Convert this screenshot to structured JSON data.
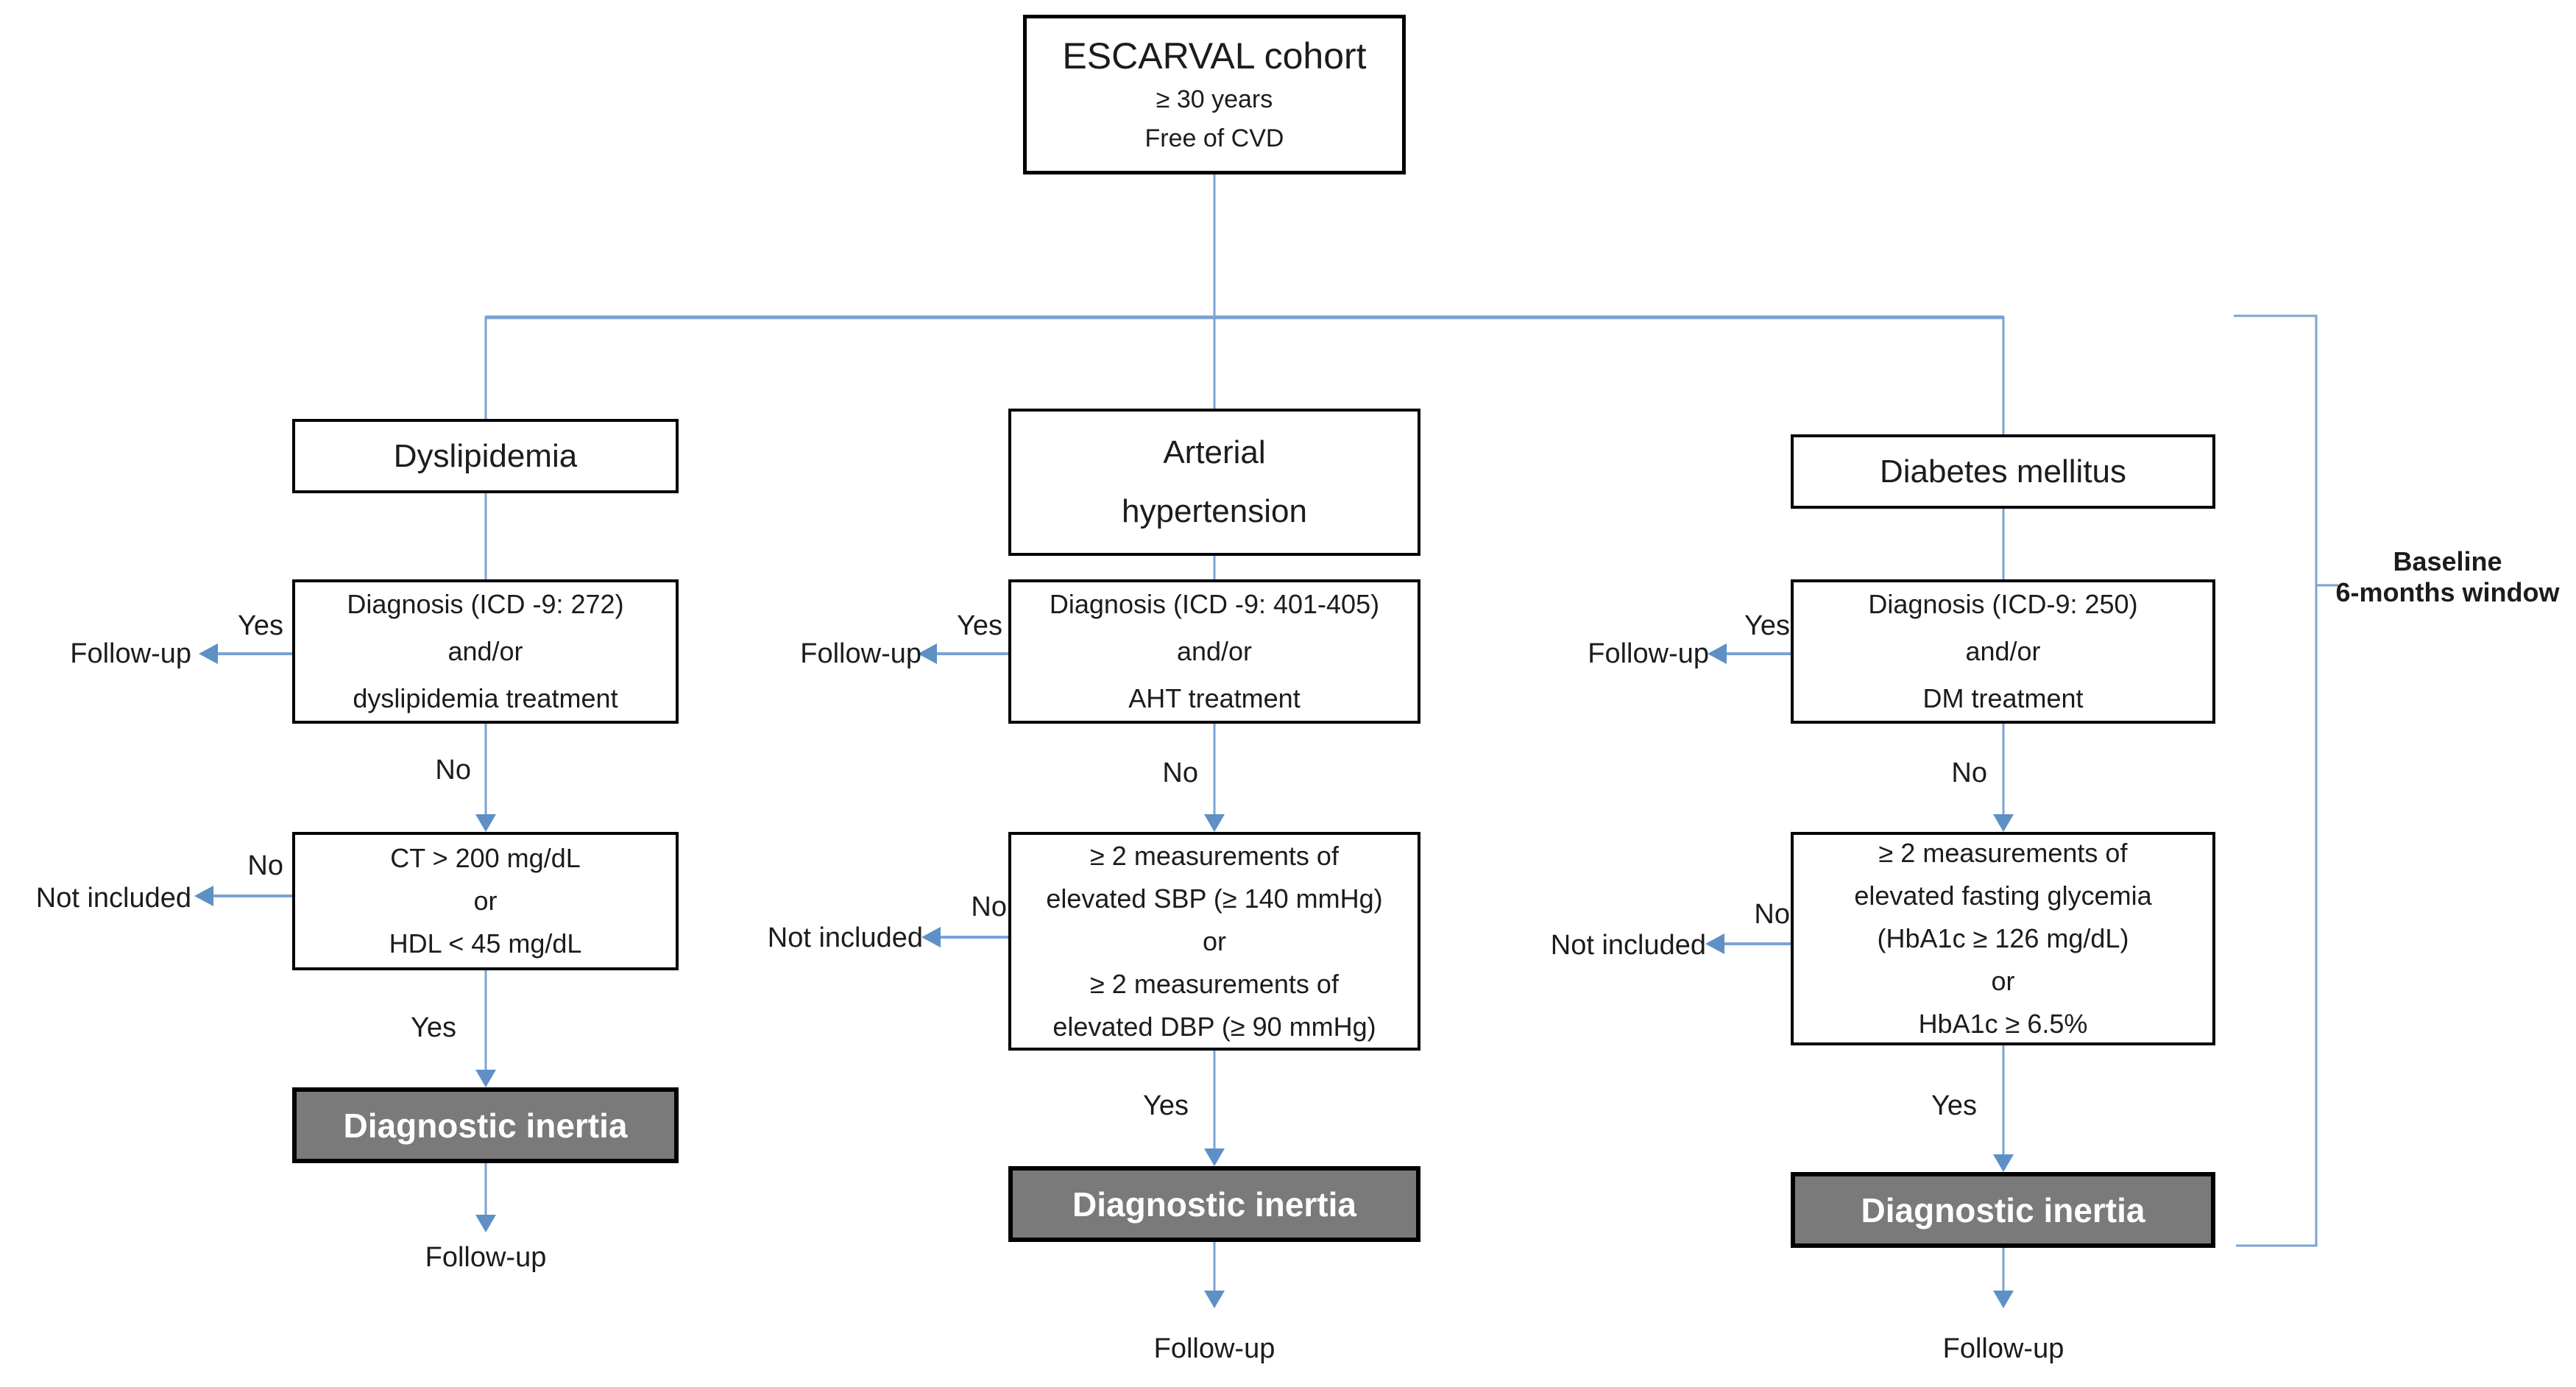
{
  "root": {
    "title": "ESCARVAL cohort",
    "lines": [
      "≥ 30 years",
      "Free of CVD"
    ]
  },
  "labels": {
    "yes": "Yes",
    "no": "No",
    "follow_up": "Follow-up",
    "not_included": "Not included",
    "diagnostic_inertia": "Diagnostic inertia"
  },
  "columns": [
    {
      "header_lines": [
        "Dyslipidemia"
      ],
      "diagnosis_lines": [
        "Diagnosis (ICD -9: 272)",
        "and/or",
        "dyslipidemia treatment"
      ],
      "criteria_lines": [
        "CT > 200 mg/dL",
        "or",
        "HDL < 45 mg/dL"
      ]
    },
    {
      "header_lines": [
        "Arterial",
        "hypertension"
      ],
      "diagnosis_lines": [
        "Diagnosis (ICD -9: 401-405)",
        "and/or",
        "AHT treatment"
      ],
      "criteria_lines": [
        "≥ 2 measurements of",
        "elevated SBP (≥ 140 mmHg)",
        "or",
        "≥ 2 measurements of",
        "elevated DBP (≥ 90 mmHg)"
      ]
    },
    {
      "header_lines": [
        "Diabetes mellitus"
      ],
      "diagnosis_lines": [
        "Diagnosis (ICD-9: 250)",
        "and/or",
        "DM treatment"
      ],
      "criteria_lines": [
        "≥ 2 measurements of",
        "elevated fasting glycemia",
        "(HbA1c ≥ 126 mg/dL)",
        "or",
        "HbA1c ≥ 6.5%"
      ]
    }
  ],
  "bracket_label_lines": [
    "Baseline",
    "6-months window"
  ],
  "colors": {
    "line_blue": "#7ba3d4",
    "arrowhead_blue": "#5e90c6",
    "inertia_fill": "#7a7a7a",
    "inertia_text": "#ffffff",
    "box_border": "#000000",
    "text": "#1c1c1c"
  }
}
